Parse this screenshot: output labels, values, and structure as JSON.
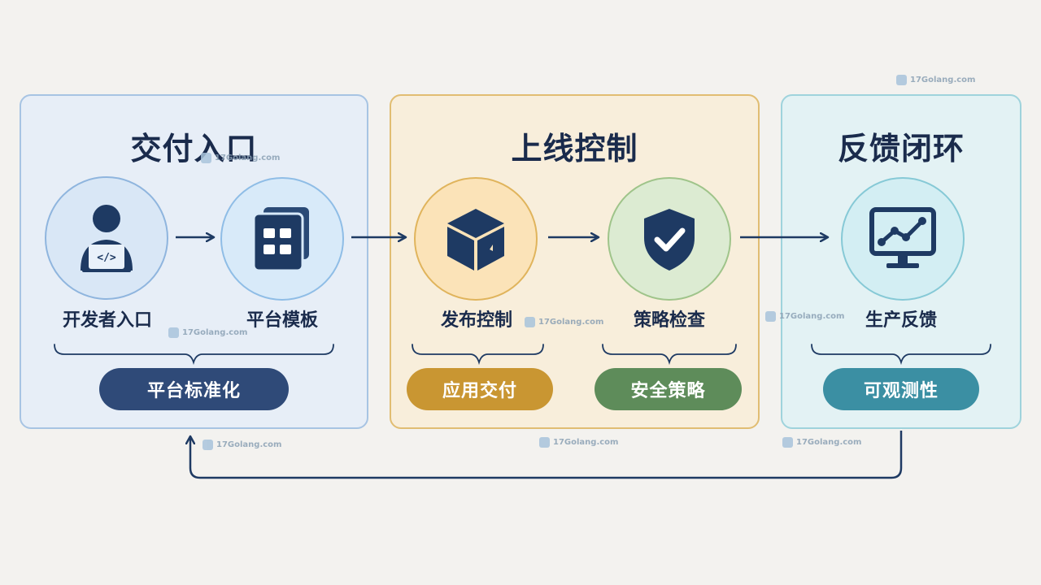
{
  "sections": {
    "delivery": {
      "title": "交付入口",
      "nodes": [
        {
          "label": "开发者入口",
          "icon": "developer-laptop-icon"
        },
        {
          "label": "平台模板",
          "icon": "template-grid-icon"
        }
      ],
      "pill": "平台标准化"
    },
    "launch": {
      "title": "上线控制",
      "nodes": [
        {
          "label": "发布控制",
          "icon": "package-cube-icon"
        },
        {
          "label": "策略检查",
          "icon": "shield-check-icon"
        }
      ],
      "pills": [
        "应用交付",
        "安全策略"
      ]
    },
    "feedback": {
      "title": "反馈闭环",
      "nodes": [
        {
          "label": "生产反馈",
          "icon": "monitor-chart-icon"
        }
      ],
      "pill": "可观测性"
    }
  },
  "watermark": "17Golang.com",
  "colors": {
    "navy": "#1e3a63",
    "blue_panel_bg": "#e6eef7",
    "orange_panel_bg": "#f8edd8",
    "teal_panel_bg": "#e1f1f3",
    "pill_blue": "#2f4a78",
    "pill_orange": "#c99632",
    "pill_green": "#5e8c5a",
    "pill_teal": "#3b8fa3"
  }
}
